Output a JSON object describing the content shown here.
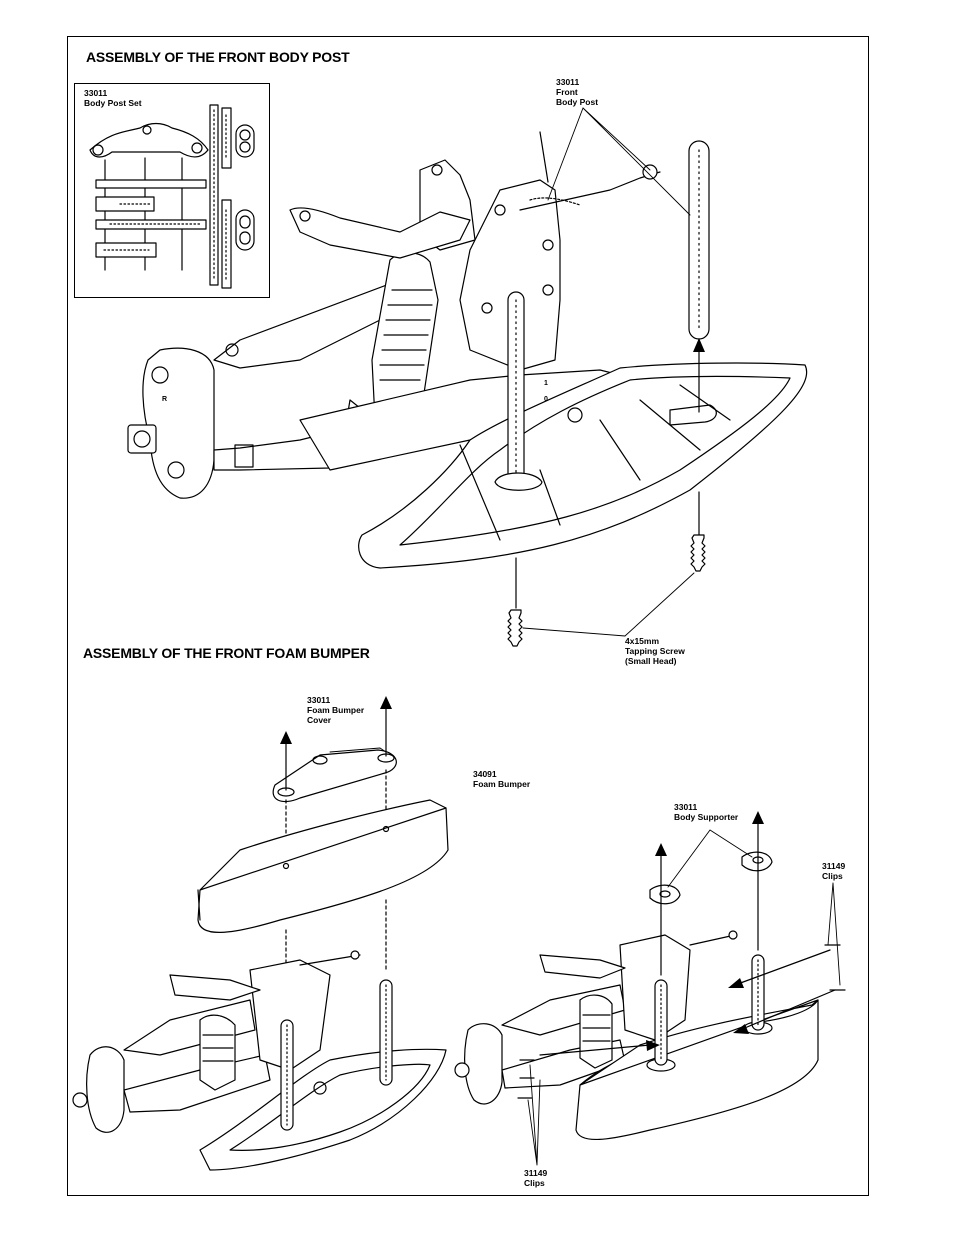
{
  "section1": {
    "title": "ASSEMBLY OF THE FRONT BODY POST",
    "inset_label": [
      "33011",
      "Body Post Set"
    ],
    "front_body_post_label": [
      "33011",
      "Front",
      "Body Post"
    ],
    "screw_label": [
      "4x15mm",
      "Tapping Screw",
      "(Small Head)"
    ],
    "chassis_marks": {
      "left_r": "R",
      "mark_1": "1",
      "mark_0": "0"
    }
  },
  "section2": {
    "title": "ASSEMBLY OF THE FRONT FOAM BUMPER",
    "cover_label": [
      "33011",
      "Foam Bumper",
      "Cover"
    ],
    "bumper_label": [
      "34091",
      "Foam Bumper"
    ],
    "supporter_label": [
      "33011",
      "Body Supporter"
    ],
    "clips_right_label": [
      "31149",
      "Clips"
    ],
    "clips_bottom_label": [
      "31149",
      "Clips"
    ]
  }
}
